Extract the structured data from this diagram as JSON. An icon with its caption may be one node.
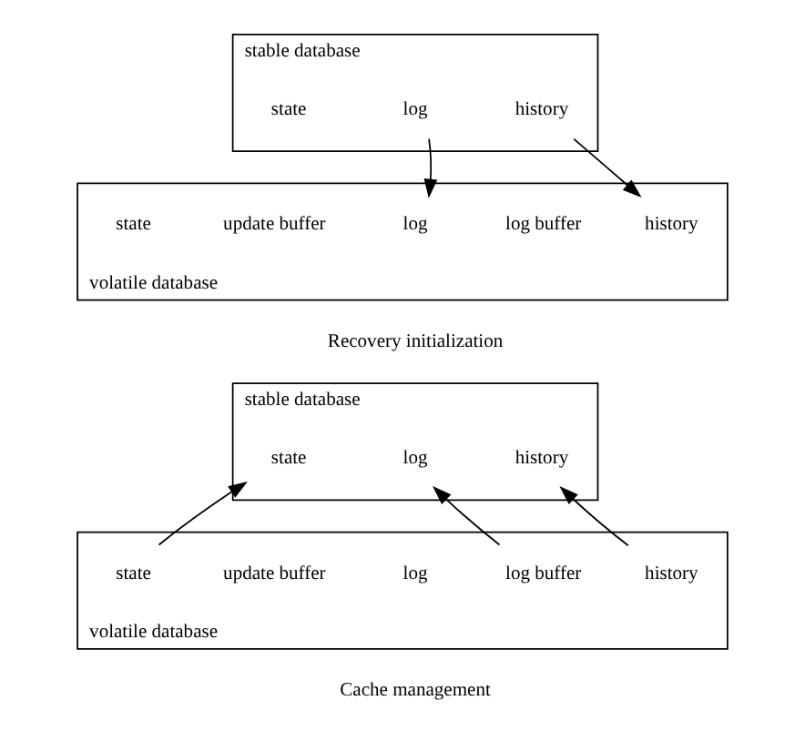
{
  "diagram": {
    "nodes": [
      {
        "text": [
          "stable database"
        ]
      },
      {
        "text": [
          "state"
        ],
        "in": 0
      },
      {
        "text": [
          "log"
        ],
        "in": 0
      },
      {
        "text": [
          "history"
        ],
        "in": 0
      },
      {
        "text": [
          "volatile database"
        ]
      },
      {
        "text": [
          "state"
        ],
        "in": 4
      },
      {
        "text": [
          "update buffer"
        ],
        "in": 4
      },
      {
        "text": [
          "log"
        ],
        "in": 4
      },
      {
        "text": [
          "log buffer"
        ],
        "in": 4
      },
      {
        "text": [
          "history"
        ],
        "in": 4
      },
      {
        "text": [
          "stable database"
        ]
      },
      {
        "text": [
          "state"
        ],
        "in": 10
      },
      {
        "text": [
          "log"
        ],
        "in": 10
      },
      {
        "text": [
          "history"
        ],
        "in": 10
      },
      {
        "text": [
          "volatile database"
        ]
      },
      {
        "text": [
          "state"
        ],
        "in": 14
      },
      {
        "text": [
          "update buffer"
        ],
        "in": 14
      },
      {
        "text": [
          "log"
        ],
        "in": 14
      },
      {
        "text": [
          "log buffer"
        ],
        "in": 14
      },
      {
        "text": [
          "history"
        ],
        "in": 14
      }
    ],
    "edges": [
      {
        "from": 2,
        "to": 7,
        "arrow": "to"
      },
      {
        "from": 3,
        "to": 9,
        "arrow": "to"
      },
      {
        "from": 15,
        "to": 11,
        "arrow": "to"
      },
      {
        "from": 18,
        "to": 12,
        "arrow": "to"
      },
      {
        "from": 19,
        "to": 13,
        "arrow": "to"
      }
    ],
    "labels": [
      "Recovery initialization",
      "Cache management"
    ]
  }
}
